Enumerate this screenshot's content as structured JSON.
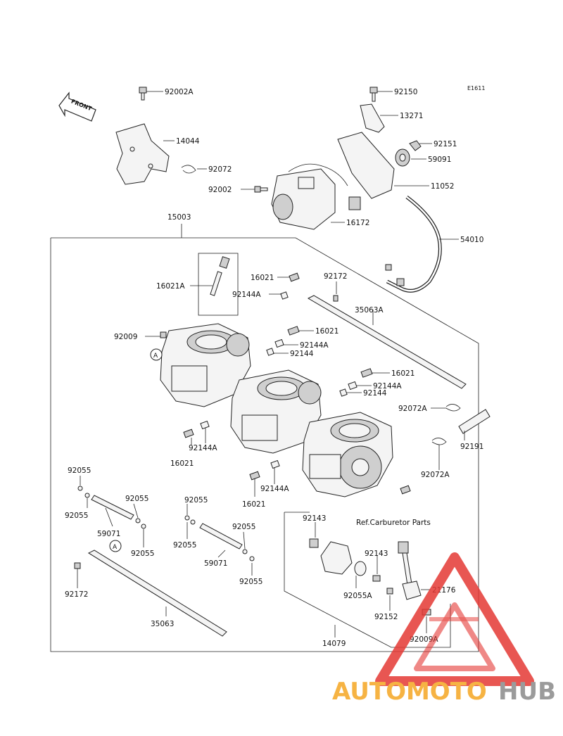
{
  "diagram_code": "E1611",
  "front_arrow_label": "FRONT",
  "callouts": {
    "c92002A": "92002A",
    "c92150": "92150",
    "c13271": "13271",
    "c14044": "14044",
    "c92151": "92151",
    "c59091": "59091",
    "c92072": "92072",
    "c11052": "11052",
    "c92002": "92002",
    "c15003": "15003",
    "c16172": "16172",
    "c54010": "54010",
    "c16021A": "16021A",
    "c16021_top": "16021",
    "c92144A_top": "92144A",
    "c92172_top": "92172",
    "c35063A": "35063A",
    "c16021_mid": "16021",
    "c92009": "92009",
    "c92144A_mid": "92144A",
    "c92144_mid": "92144",
    "c16021_r": "16021",
    "c92144A_r": "92144A",
    "c92144_r": "92144",
    "c92072A_top": "92072A",
    "c92191": "92191",
    "c92144A_l": "92144A",
    "c16021_l": "16021",
    "c92072A_low": "92072A",
    "c92144A_c": "92144A",
    "c16021_c": "16021",
    "c92055_1": "92055",
    "c92055_2": "92055",
    "c92055_3": "92055",
    "c59071_l": "59071",
    "c92055_4": "92055",
    "c92055_5": "92055",
    "c92055_6": "92055",
    "c92055_7": "92055",
    "c59071_r": "59071",
    "c92055_8": "92055",
    "c92143_top": "92143",
    "c92143_mid": "92143",
    "c21176": "21176",
    "c92055A": "92055A",
    "c92152": "92152",
    "c92009A": "92009A",
    "c92172_low": "92172",
    "c35063": "35063",
    "c14079": "14079"
  },
  "ref_note": "Ref.Carburetor Parts",
  "ref_marker": "A",
  "watermark": {
    "part1": "AUTOMOTO",
    "part2": "HUB",
    "color1": "#f5a623",
    "color2": "#8a8a8a",
    "triangle_color": "#e53935"
  }
}
